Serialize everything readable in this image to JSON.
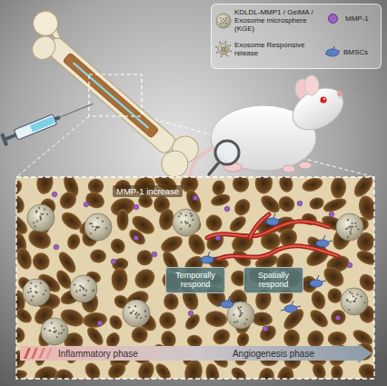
{
  "diagram": {
    "nodes": [
      {
        "text": [
          "Temporally respond"
        ]
      },
      {
        "text": [
          "Spatially respond"
        ]
      },
      {
        "text": [
          "Inflammatory phase",
          "Angiogenesis phase"
        ]
      }
    ],
    "labels": [
      "MMP-1 increase"
    ],
    "legend": [
      {
        "text": "KDLDL-MMP1 / GelMA / Exosome microsphere (KGE)"
      },
      {
        "text": "MMP-1",
        "color": "#9b5fc0"
      },
      {
        "text": "Exosome Responsive release"
      },
      {
        "text": "BMSCs"
      }
    ]
  }
}
